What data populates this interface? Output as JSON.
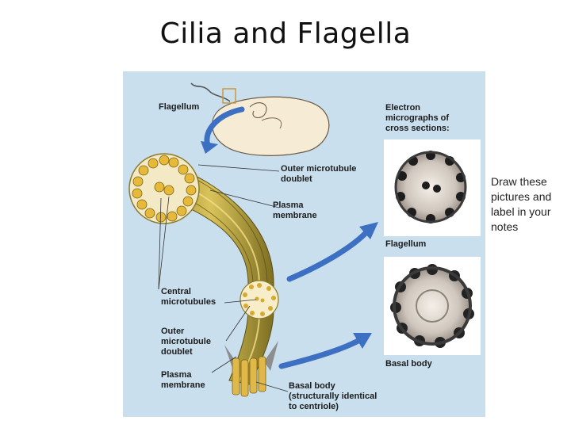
{
  "slide": {
    "title": "Cilia and Flagella",
    "note": "Draw these\npictures and\nlabel in your\nnotes"
  },
  "figure": {
    "background_color": "#c9dfee",
    "labels": {
      "flagellum_top": "Flagellum",
      "electron_micrographs": "Electron\nmicrographs of\ncross sections:",
      "outer_doublet_1": "Outer microtubule\ndoublet",
      "plasma_membrane_1": "Plasma\nmembrane",
      "flagellum_micrograph": "Flagellum",
      "central_microtubules": "Central\nmicrotubules",
      "outer_doublet_2": "Outer\nmicrotubule\ndoublet",
      "plasma_membrane_2": "Plasma\nmembrane",
      "basal_body_micrograph": "Basal body",
      "basal_body": "Basal body\n(structurally identical\nto centriole)"
    }
  }
}
